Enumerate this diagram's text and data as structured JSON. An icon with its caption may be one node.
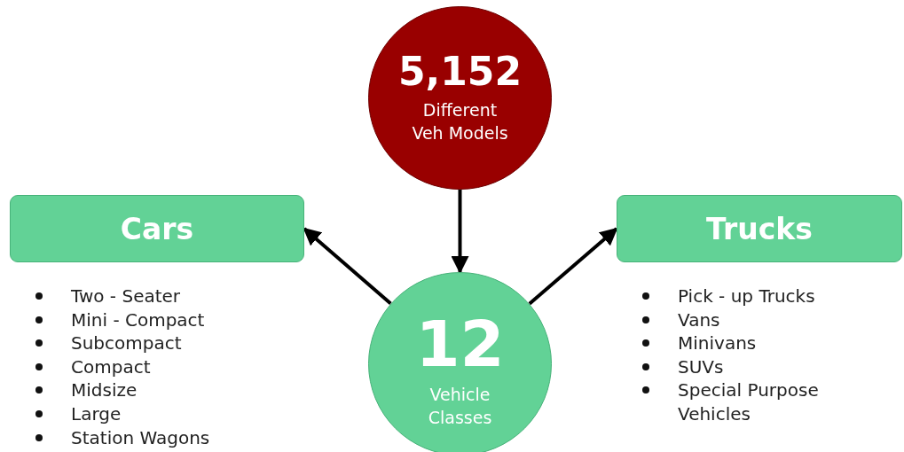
{
  "diagram": {
    "nodes": [
      {
        "text": [
          "5,152",
          "Different Veh Models"
        ]
      },
      {
        "text": [
          "Cars"
        ]
      },
      {
        "text": [
          "Trucks"
        ]
      },
      {
        "text": [
          "12",
          "Vehicle Classes"
        ]
      }
    ],
    "edges": [
      {
        "from": 0,
        "to": 3,
        "arrow": "to"
      },
      {
        "from": 3,
        "to": 1,
        "arrow": "to"
      },
      {
        "from": 3,
        "to": 2,
        "arrow": "to"
      }
    ],
    "labels": [
      "Two - Seater",
      "Mini - Compact",
      "Subcompact",
      "Compact",
      "Midsize",
      "Large",
      "Station Wagons",
      "Pick - up Trucks",
      "Vans",
      "Minivans",
      "SUVs",
      "Special Purpose Vehicles"
    ]
  }
}
